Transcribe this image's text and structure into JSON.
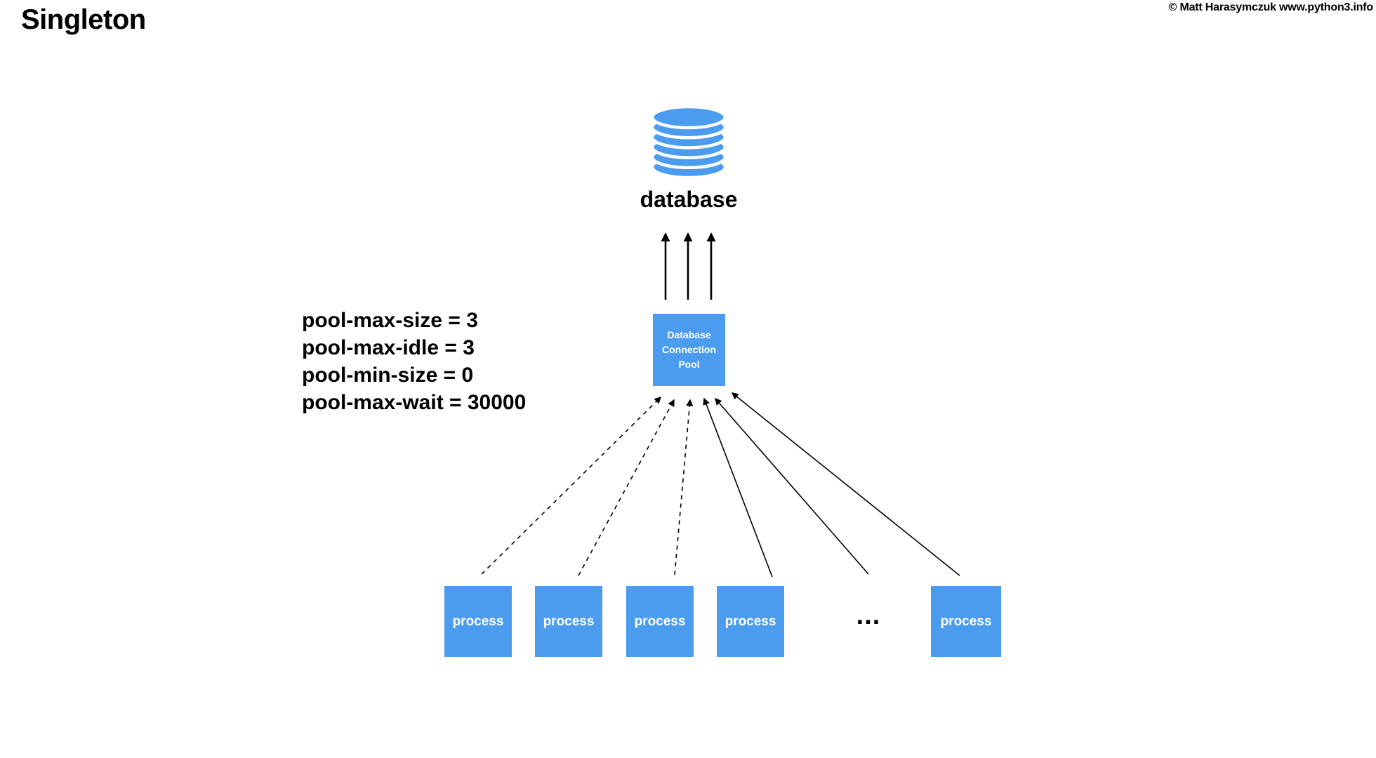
{
  "header": {
    "title": "Singleton",
    "copyright": "© Matt Harasymczuk www.python3.info"
  },
  "diagram": {
    "database": {
      "label": "database"
    },
    "pool": {
      "label": "Database\nConnection\nPool"
    },
    "config": {
      "lines": [
        "pool-max-size = 3",
        "pool-max-idle = 3",
        "pool-min-size = 0",
        "pool-max-wait = 30000"
      ]
    },
    "processes": {
      "labels": [
        "process",
        "process",
        "process",
        "process",
        "process"
      ],
      "ellipsis": "..."
    },
    "colors": {
      "accent_blue": "#4B9CEF",
      "line_black": "#000000",
      "text_white": "#ffffff"
    }
  }
}
